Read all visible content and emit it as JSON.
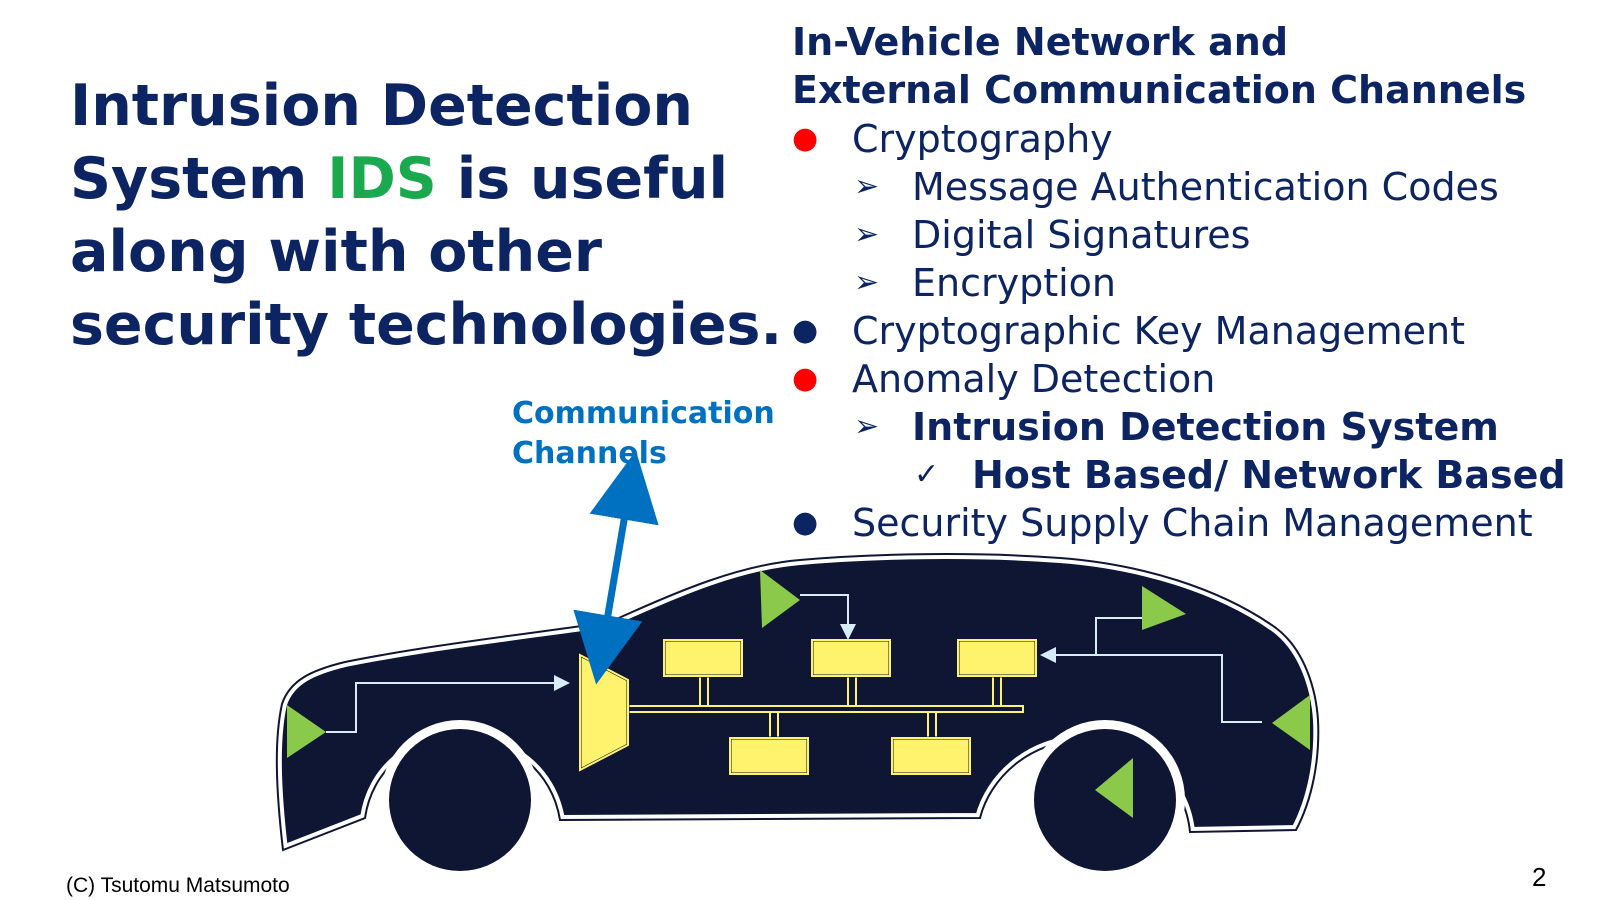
{
  "headline": {
    "line1": "Intrusion Detection",
    "line2_pre": "System ",
    "line2_ids": "IDS",
    "line2_post": " is useful",
    "line3": "along with other",
    "line4": "security technologies."
  },
  "right_title": {
    "line1": "In-Vehicle Network and",
    "line2": "External Communication Channels"
  },
  "bullets": {
    "cryptography": "Cryptography",
    "mac": "Message Authentication Codes",
    "digital_signatures": "Digital Signatures",
    "encryption": "Encryption",
    "key_management": "Cryptographic Key Management",
    "anomaly_detection": "Anomaly Detection",
    "ids": "Intrusion Detection System",
    "host_network": "Host Based/ Network Based",
    "supply_chain": "Security Supply Chain Management"
  },
  "markers": {
    "dot": "●",
    "arrow": "➢",
    "check": "✓"
  },
  "diagram": {
    "comm_label_line1": "Communication",
    "comm_label_line2": "Channels"
  },
  "footer": {
    "copyright": "(C) Tsutomu Matsumoto",
    "page_number": "2"
  },
  "colors": {
    "navy_text": "#0c2461",
    "green_highlight": "#1aa94f",
    "red": "#ff0000",
    "comm_blue": "#0070c0",
    "car_body": "#0e1633",
    "ecu_yellow": "#fff36e",
    "sensor_green": "#8bc94a"
  }
}
